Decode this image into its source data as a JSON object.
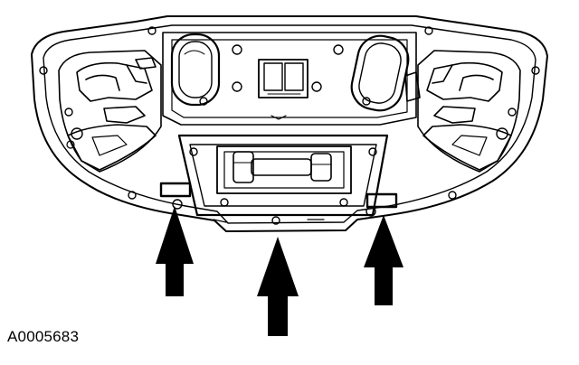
{
  "figure": {
    "id_label": "A0005683",
    "description_items": [
      "overhead-console-housing",
      "left-lamp-assembly",
      "right-lamp-assembly",
      "left-visor-light-lens",
      "right-visor-light-lens",
      "center-switch-module",
      "center-lamp-bulb-housing",
      "left-release-tab",
      "right-release-tab"
    ],
    "arrows": [
      {
        "name": "left-arrow",
        "points_to": "left-release-tab"
      },
      {
        "name": "center-arrow",
        "points_to": "center-lower-edge"
      },
      {
        "name": "right-arrow",
        "points_to": "right-release-tab"
      }
    ],
    "colors": {
      "line": "#000000",
      "fill": "#ffffff"
    }
  }
}
